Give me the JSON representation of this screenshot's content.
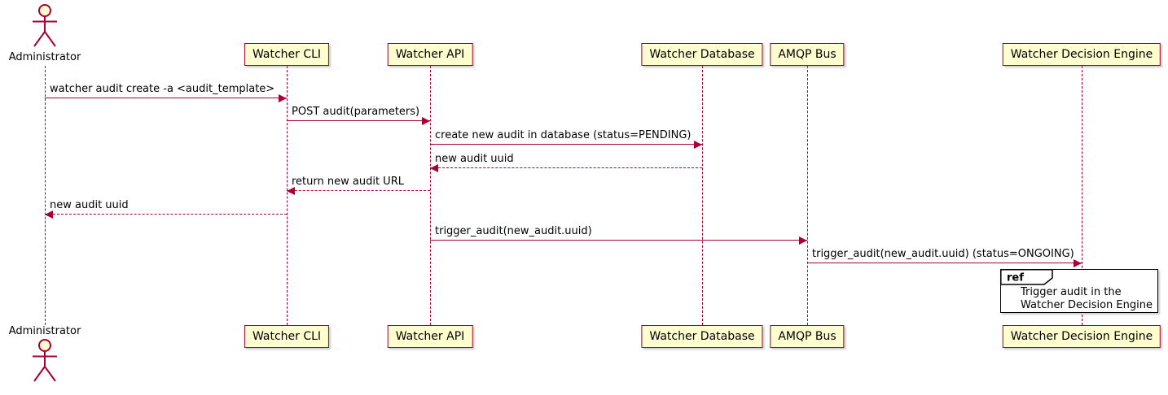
{
  "diagram": {
    "type": "sequence-diagram",
    "colors": {
      "line": "#A80036",
      "participant_fill": "#FEFECE",
      "participant_border": "#A80036",
      "ref_border": "#000000",
      "background": "#FFFFFF",
      "text": "#000000"
    },
    "participants": [
      {
        "name": "Administrator",
        "kind": "actor"
      },
      {
        "name": "Watcher CLI",
        "kind": "box"
      },
      {
        "name": "Watcher API",
        "kind": "box"
      },
      {
        "name": "Watcher Database",
        "kind": "box"
      },
      {
        "name": "AMQP Bus",
        "kind": "box"
      },
      {
        "name": "Watcher Decision Engine",
        "kind": "box"
      }
    ],
    "messages": [
      {
        "from": "Administrator",
        "to": "Watcher CLI",
        "label": "watcher audit create -a <audit_template>",
        "style": "solid"
      },
      {
        "from": "Watcher CLI",
        "to": "Watcher API",
        "label": "POST audit(parameters)",
        "style": "solid"
      },
      {
        "from": "Watcher API",
        "to": "Watcher Database",
        "label": "create new audit in database (status=PENDING)",
        "style": "solid"
      },
      {
        "from": "Watcher Database",
        "to": "Watcher API",
        "label": "new audit uuid",
        "style": "dashed"
      },
      {
        "from": "Watcher API",
        "to": "Watcher CLI",
        "label": "return new audit URL",
        "style": "dashed"
      },
      {
        "from": "Watcher CLI",
        "to": "Administrator",
        "label": "new audit uuid",
        "style": "dashed"
      },
      {
        "from": "Watcher API",
        "to": "AMQP Bus",
        "label": "trigger_audit(new_audit.uuid)",
        "style": "solid"
      },
      {
        "from": "AMQP Bus",
        "to": "Watcher Decision Engine",
        "label": "trigger_audit(new_audit.uuid) (status=ONGOING)",
        "style": "solid"
      }
    ],
    "ref": {
      "tag": "ref",
      "line1": "Trigger audit in the",
      "line2": "Watcher Decision Engine"
    }
  }
}
